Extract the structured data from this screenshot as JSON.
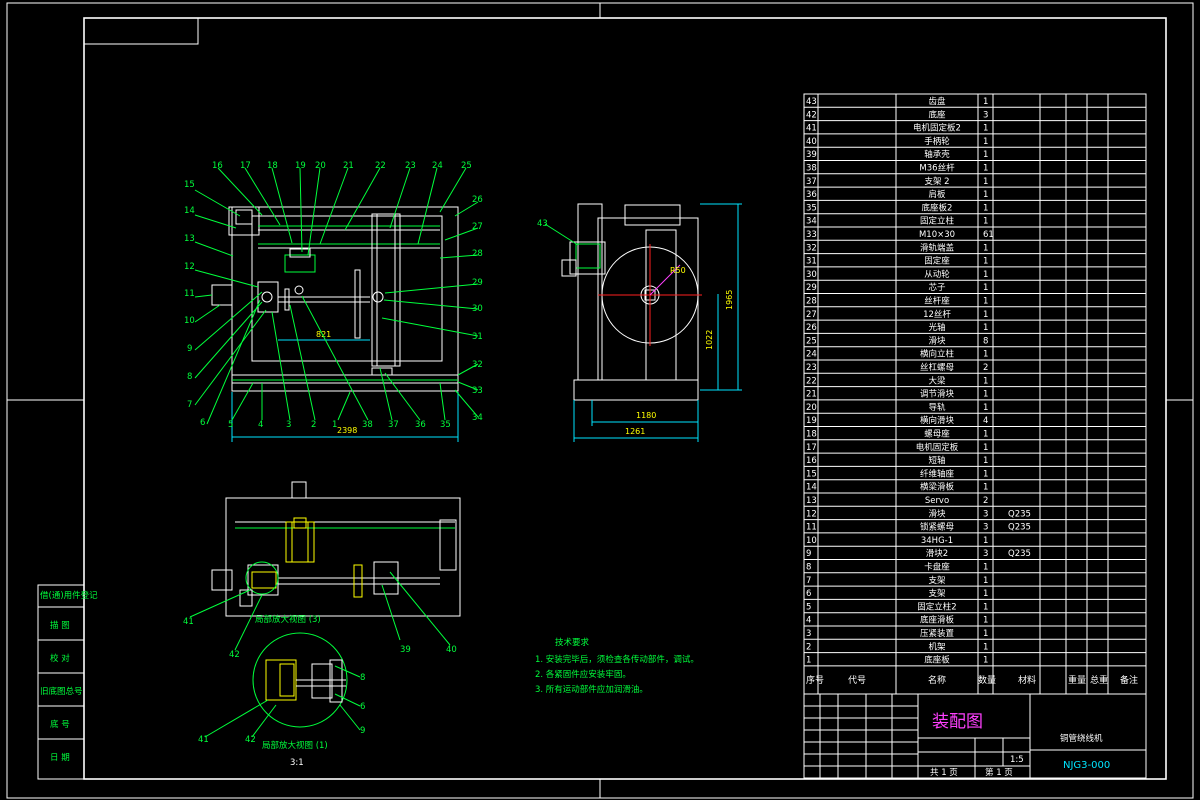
{
  "drawing": {
    "title": "装配图",
    "name": "铜管绕线机",
    "code": "NJG3-000",
    "scale": "1:5",
    "sheet_a": "共 1 页",
    "sheet_b": "第 1 页"
  },
  "tech": {
    "title": "技术要求",
    "lines": [
      "1. 安装完毕后，须检查各传动部件，调试。",
      "2. 各紧固件应安装牢固。",
      "3. 所有运动部件应加润滑油。"
    ]
  },
  "dims": {
    "front_width": "2398",
    "front_inner": "821",
    "side_a": "1180",
    "side_b": "1261",
    "side_h1": "1022",
    "side_h2": "1965",
    "side_r": "R50"
  },
  "detail": {
    "view1": "局部放大视图 (3)",
    "view2": "局部放大视图 (1)",
    "scale2": "3:1"
  },
  "left_block": [
    "借(通)用件登记",
    "描 图",
    "校 对",
    "旧底图总号",
    "底 号",
    "日 期"
  ],
  "bom_header": {
    "no": "序号",
    "code": "代号",
    "name": "名称",
    "qty": "数量",
    "mat": "材料",
    "w": "重量",
    "tot": "总重",
    "rem": "备注"
  },
  "bom": [
    {
      "no": "43",
      "name": "齿盘",
      "qty": "1",
      "mat": ""
    },
    {
      "no": "42",
      "name": "底座",
      "qty": "3",
      "mat": ""
    },
    {
      "no": "41",
      "name": "电机固定板2",
      "qty": "1",
      "mat": ""
    },
    {
      "no": "40",
      "name": "手柄轮",
      "qty": "1",
      "mat": ""
    },
    {
      "no": "39",
      "name": "轴承壳",
      "qty": "1",
      "mat": ""
    },
    {
      "no": "38",
      "name": "M36丝杆",
      "qty": "1",
      "mat": ""
    },
    {
      "no": "37",
      "name": "支架 2",
      "qty": "1",
      "mat": ""
    },
    {
      "no": "36",
      "name": "肩板",
      "qty": "1",
      "mat": ""
    },
    {
      "no": "35",
      "name": "底座板2",
      "qty": "1",
      "mat": ""
    },
    {
      "no": "34",
      "name": "固定立柱",
      "qty": "1",
      "mat": ""
    },
    {
      "no": "33",
      "name": "M10×30",
      "qty": "61",
      "mat": ""
    },
    {
      "no": "32",
      "name": "滑轨端盖",
      "qty": "1",
      "mat": ""
    },
    {
      "no": "31",
      "name": "固定座",
      "qty": "1",
      "mat": ""
    },
    {
      "no": "30",
      "name": "从动轮",
      "qty": "1",
      "mat": ""
    },
    {
      "no": "29",
      "name": "芯子",
      "qty": "1",
      "mat": ""
    },
    {
      "no": "28",
      "name": "丝杆座",
      "qty": "1",
      "mat": ""
    },
    {
      "no": "27",
      "name": "12丝杆",
      "qty": "1",
      "mat": ""
    },
    {
      "no": "26",
      "name": "光轴",
      "qty": "1",
      "mat": ""
    },
    {
      "no": "25",
      "name": "滑块",
      "qty": "8",
      "mat": ""
    },
    {
      "no": "24",
      "name": "横向立柱",
      "qty": "1",
      "mat": ""
    },
    {
      "no": "23",
      "name": "丝杠螺母",
      "qty": "2",
      "mat": ""
    },
    {
      "no": "22",
      "name": "大梁",
      "qty": "1",
      "mat": ""
    },
    {
      "no": "21",
      "name": "调节滑块",
      "qty": "1",
      "mat": ""
    },
    {
      "no": "20",
      "name": "导轨",
      "qty": "1",
      "mat": ""
    },
    {
      "no": "19",
      "name": "横向滑块",
      "qty": "4",
      "mat": ""
    },
    {
      "no": "18",
      "name": "螺母座",
      "qty": "1",
      "mat": ""
    },
    {
      "no": "17",
      "name": "电机固定板",
      "qty": "1",
      "mat": ""
    },
    {
      "no": "16",
      "name": "短轴",
      "qty": "1",
      "mat": ""
    },
    {
      "no": "15",
      "name": "纤维轴座",
      "qty": "1",
      "mat": ""
    },
    {
      "no": "14",
      "name": "横梁滑板",
      "qty": "1",
      "mat": ""
    },
    {
      "no": "13",
      "name": "Servo",
      "qty": "2",
      "mat": ""
    },
    {
      "no": "12",
      "name": "滑块",
      "qty": "3",
      "mat": "Q235"
    },
    {
      "no": "11",
      "name": "锁紧螺母",
      "qty": "3",
      "mat": "Q235"
    },
    {
      "no": "10",
      "name": "34HG-1",
      "qty": "1",
      "mat": ""
    },
    {
      "no": "9",
      "name": "滑块2",
      "qty": "3",
      "mat": "Q235"
    },
    {
      "no": "8",
      "name": "卡盘座",
      "qty": "1",
      "mat": ""
    },
    {
      "no": "7",
      "name": "支架",
      "qty": "1",
      "mat": ""
    },
    {
      "no": "6",
      "name": "支架",
      "qty": "1",
      "mat": ""
    },
    {
      "no": "5",
      "name": "固定立柱2",
      "qty": "1",
      "mat": ""
    },
    {
      "no": "4",
      "name": "底座滑板",
      "qty": "1",
      "mat": ""
    },
    {
      "no": "3",
      "name": "压紧装置",
      "qty": "1",
      "mat": ""
    },
    {
      "no": "2",
      "name": "机架",
      "qty": "1",
      "mat": ""
    },
    {
      "no": "1",
      "name": "底座板",
      "qty": "1",
      "mat": ""
    }
  ],
  "balloons_top": [
    "16",
    "17",
    "18",
    "19",
    "20",
    "21",
    "22",
    "23",
    "24",
    "25"
  ],
  "balloons_left": [
    "15",
    "14",
    "13",
    "12",
    "11",
    "10",
    "9",
    "8",
    "7",
    "6"
  ],
  "balloons_right": [
    "26",
    "27",
    "28",
    "29",
    "30",
    "31",
    "32",
    "33",
    "34"
  ],
  "balloons_bottom": [
    "5",
    "4",
    "3",
    "2",
    "1",
    "38",
    "37",
    "36",
    "35"
  ],
  "balloon_side": "43",
  "balloons_section": [
    "41",
    "42",
    "39",
    "40"
  ],
  "balloons_detail": [
    "41",
    "42",
    "8",
    "6",
    "9"
  ]
}
